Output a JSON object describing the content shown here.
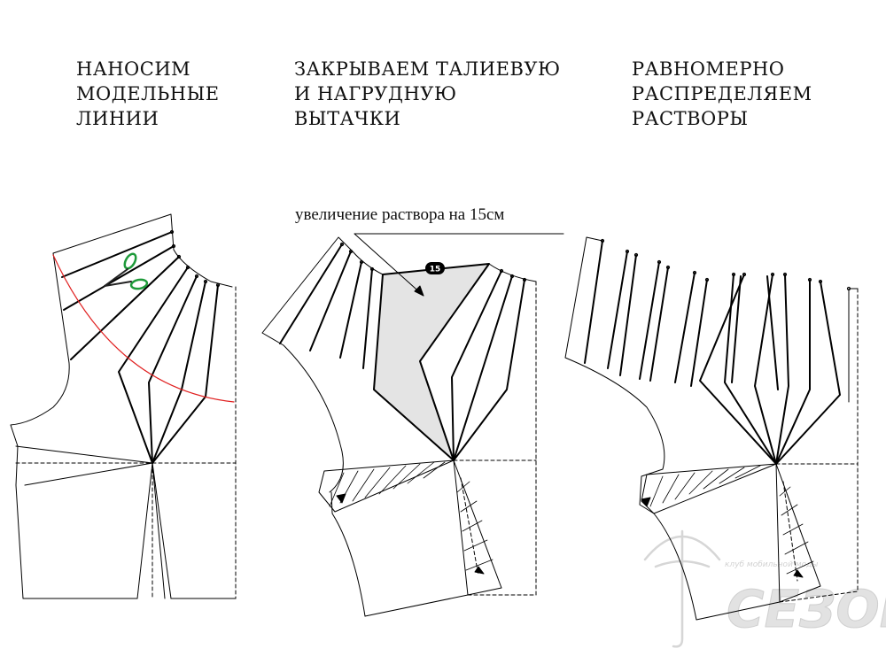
{
  "captions": {
    "step1": [
      "НАНОСИМ",
      "МОДЕЛЬНЫЕ",
      "ЛИНИИ"
    ],
    "step2": [
      "ЗАКРЫВАЕМ ТАЛИЕВУЮ",
      "И НАГРУДНУЮ",
      "ВЫТАЧКИ"
    ],
    "step3": [
      "РАВНОМЕРНО",
      "РАСПРЕДЕЛЯЕМ",
      "РАСТВОРЫ"
    ]
  },
  "annotation": {
    "text": "увеличение раствора на 15см",
    "badge": "15"
  },
  "watermark": {
    "logo": "СЕЗОН",
    "tagline": "клуб мобильной моды"
  },
  "colors": {
    "line": "#000000",
    "cut_arc": "#e02020",
    "scissors": "#1e9a3a",
    "fill_added": "#e4e4e4",
    "watermark": "#d9d9d9"
  },
  "icons": [
    "scissors-icon",
    "badge-15-icon",
    "umbrella-logo-icon"
  ]
}
